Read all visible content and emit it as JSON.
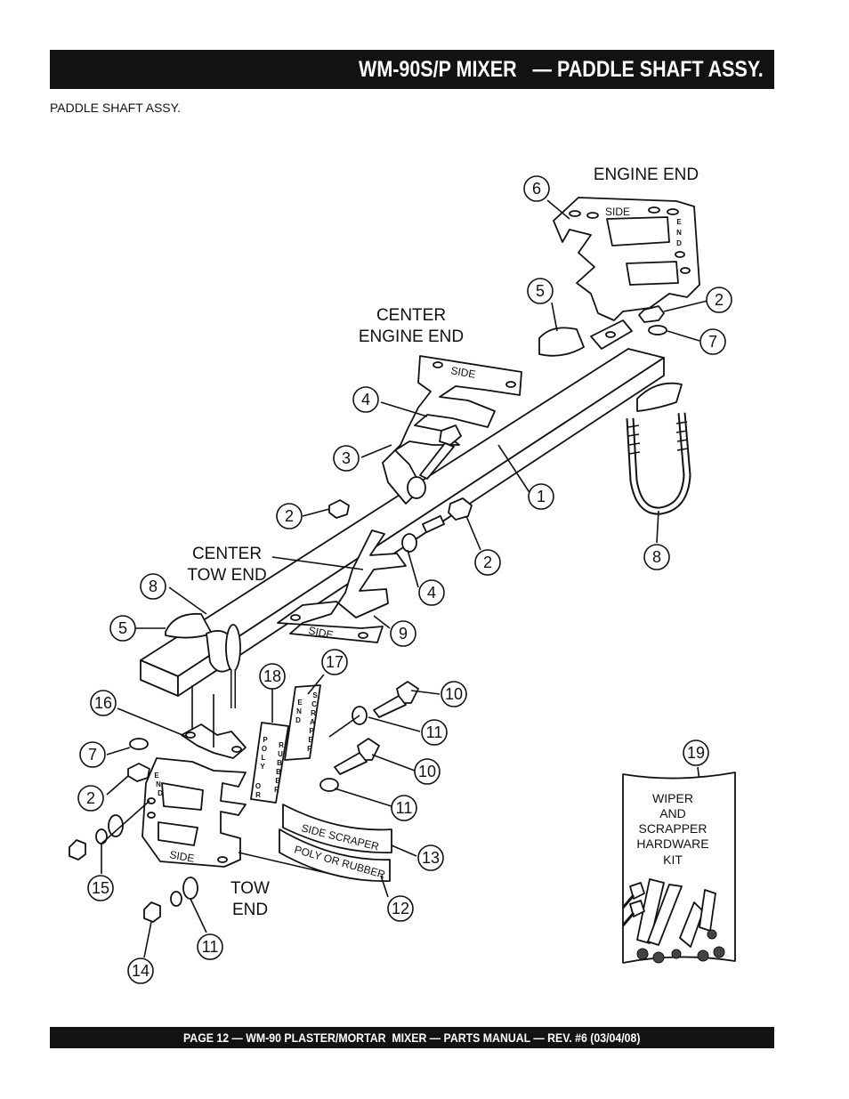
{
  "header": {
    "title": "WM-90S/P MIXER   — PADDLE SHAFT ASSY."
  },
  "section": {
    "subtitle": "PADDLE SHAFT ASSY."
  },
  "footer": {
    "text": "PAGE 12 — WM-90 PLASTER/MORTAR  MIXER — PARTS MANUAL — REV. #6 (03/04/08)"
  },
  "labels": {
    "engine_end": "ENGINE END",
    "center_engine_end_1": "CENTER",
    "center_engine_end_2": "ENGINE END",
    "center_tow_end_1": "CENTER",
    "center_tow_end_2": "TOW END",
    "tow_end_1": "TOW",
    "tow_end_2": "END"
  },
  "stamps": {
    "side": "SIDE",
    "end": "END",
    "scraper": "SCRAPER",
    "poly_rubber_1": "POLY",
    "poly_rubber_2": "RUBBER",
    "poly_rubber_3": "OR",
    "side_scraper": "SIDE SCRAPER",
    "poly_or_rubber": "POLY OR RUBBER"
  },
  "kit": {
    "line1": "WIPER",
    "line2": "AND",
    "line3": "SCRAPPER",
    "line4": "HARDWARE",
    "line5": "KIT"
  },
  "callouts": [
    "6",
    "5",
    "2",
    "7",
    "4",
    "3",
    "1",
    "2",
    "2",
    "4",
    "8",
    "8",
    "5",
    "9",
    "18",
    "17",
    "10",
    "16",
    "11",
    "7",
    "10",
    "2",
    "11",
    "13",
    "15",
    "12",
    "11",
    "14",
    "19"
  ]
}
